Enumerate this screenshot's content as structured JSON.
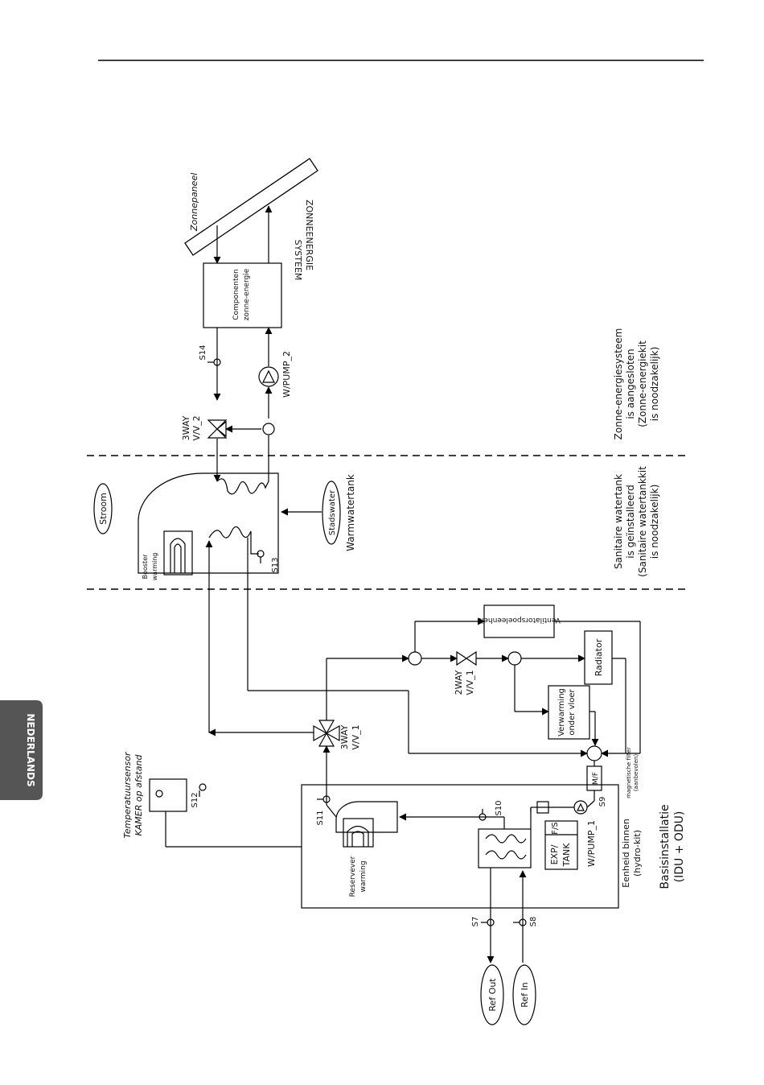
{
  "sidebar_tab": "NEDERLANDS",
  "labels": {
    "zonnepaneel": "Zonnepaneel",
    "systeem": "SYSTEEM",
    "zonneenergie": "ZONNEENERGIE",
    "componenten": "Componenten",
    "zonne_energie": "zonne-energie",
    "s14": "S14",
    "w_pump_2": "W/PUMP_2",
    "way3_a": "3WAY",
    "vv2": "V/V_2",
    "zon_note": [
      "Zonne-energiesysteem",
      "is aangesloten",
      "(Zonne-energiekit",
      "is noodzakelijk)"
    ],
    "stroom": "Stroom",
    "stadswater": "Stadswater",
    "warmwatertank": "Warmwatertank",
    "booster": [
      "Booster",
      "warming"
    ],
    "s13": "S13",
    "san_note": [
      "Sanitaire watertank",
      "is geïnstalleerd",
      "(Sanitaire watertankkit",
      "is noodzakelijk)"
    ],
    "ventilator": "Ventilatorspoeleenheid",
    "radiator": "Radiator",
    "way2": "2WAY",
    "vv1_b": "V/V_1",
    "vloer": [
      "Verwarming",
      "onder vloer"
    ],
    "way3_b": "3WAY",
    "vv1": "V/V_1",
    "mf": "M/F",
    "mag_filter": [
      "magnetische filter",
      "(aanbevolen)"
    ],
    "temp_sensor": [
      "Temperatuursensor",
      "KAMER op afstand"
    ],
    "s12": "S12",
    "s11": "S11",
    "s10": "S10",
    "s9": "S9",
    "fs": "F/S",
    "exp_tank": [
      "EXP/",
      "TANK"
    ],
    "w_pump_1": "W/PUMP_1",
    "reserve": [
      "Reservever",
      "warming"
    ],
    "eenheid": [
      "Eenheid binnen",
      "(hydro-kit)"
    ],
    "basis": [
      "Basisinstallatie",
      "(IDU + ODU)"
    ],
    "s7": "S7",
    "s8": "S8",
    "ref_out": "Ref Out",
    "ref_in": "Ref In"
  }
}
